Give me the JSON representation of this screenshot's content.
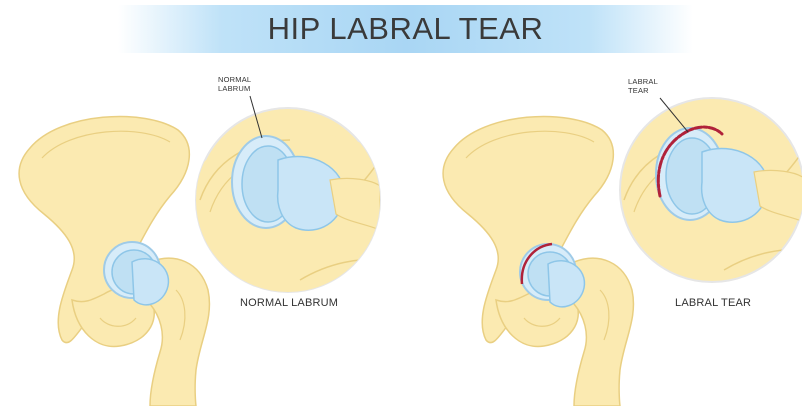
{
  "title": "HIP LABRAL TEAR",
  "left_panel": {
    "callout_label_line1": "NORMAL",
    "callout_label_line2": "LABRUM",
    "caption": "NORMAL LABRUM"
  },
  "right_panel": {
    "callout_label_line1": "LABRAL",
    "callout_label_line2": "TEAR",
    "caption": "LABRAL TEAR"
  },
  "colors": {
    "bone": "#fbeab1",
    "bone_outline": "#e9cf82",
    "cartilage": "#bfe0f3",
    "cartilage_dark": "#8ec6e8",
    "tear": "#b0223a",
    "banner": "#a9d6f4"
  }
}
